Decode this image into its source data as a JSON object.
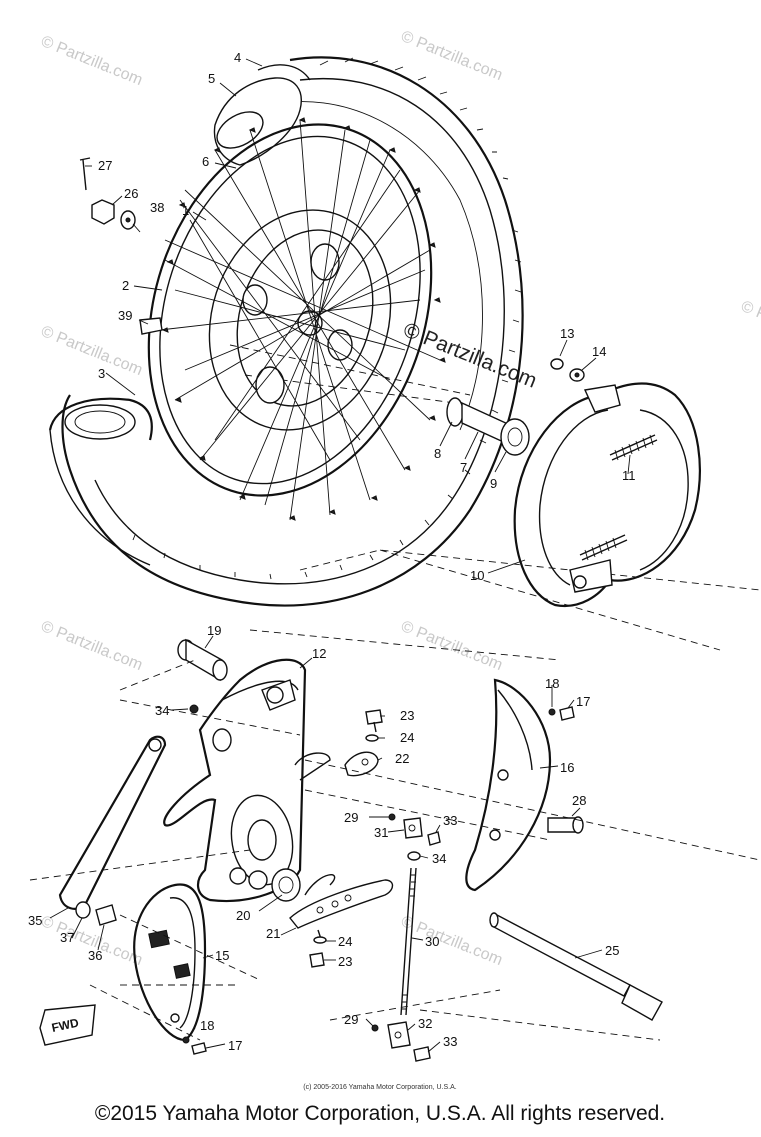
{
  "watermark": {
    "text": "© Partzilla.com",
    "center_text": "© Partzilla.com"
  },
  "callouts": [
    "1",
    "2",
    "3",
    "4",
    "5",
    "6",
    "7",
    "8",
    "9",
    "10",
    "11",
    "12",
    "13",
    "14",
    "15",
    "16",
    "17",
    "18",
    "19",
    "20",
    "21",
    "22",
    "23",
    "24",
    "25",
    "26",
    "27",
    "28",
    "29",
    "30",
    "31",
    "32",
    "33",
    "34",
    "35",
    "36",
    "37",
    "38",
    "39"
  ],
  "fwd_label": "FWD",
  "footer": {
    "small": "(c) 2005-2016 Yamaha Motor Corporation, U.S.A.",
    "copyright": "©2015 Yamaha Motor Corporation, U.S.A. All rights reserved."
  }
}
